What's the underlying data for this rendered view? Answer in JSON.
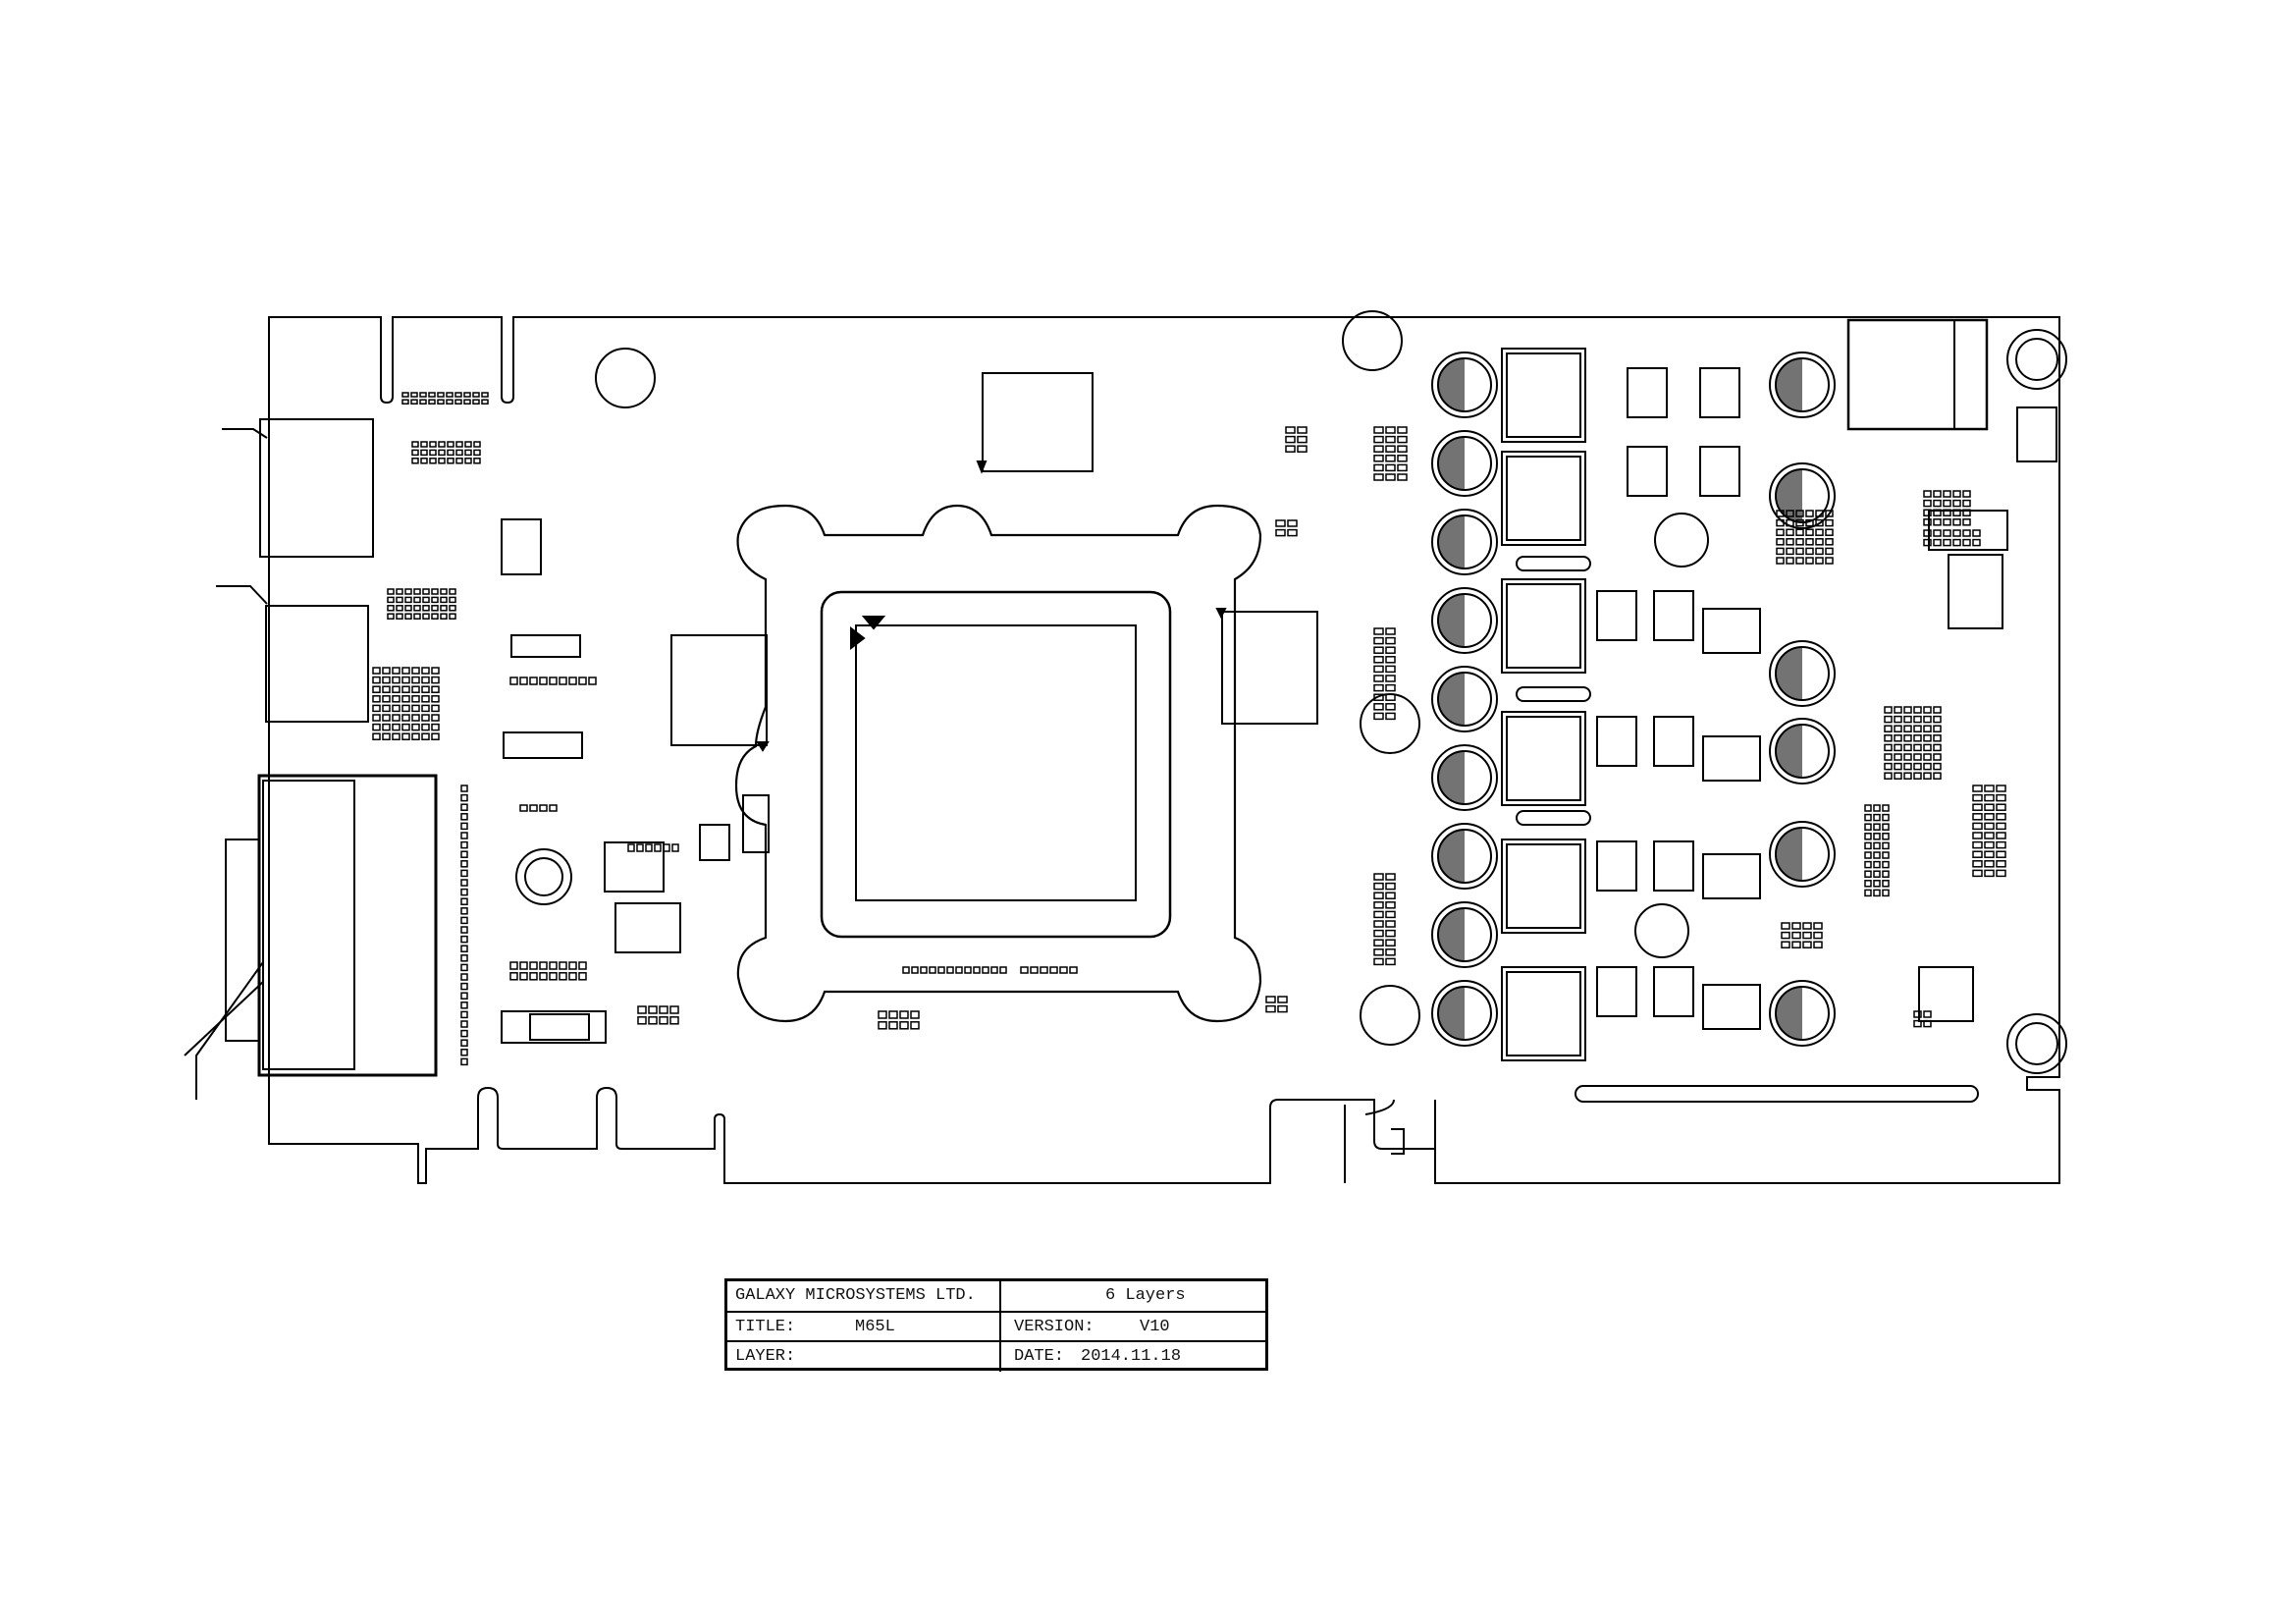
{
  "title_block": {
    "company": "GALAXY MICROSYSTEMS LTD.",
    "layers": "6 Layers",
    "title_label": "TITLE:",
    "title_value": "M65L",
    "version_label": "VERSION:",
    "version_value": "V10",
    "layer_label": "LAYER:",
    "layer_value": "",
    "date_label": "DATE:",
    "date_value": "2014.11.18"
  },
  "colors": {
    "line": "#000000",
    "background": "#ffffff"
  }
}
